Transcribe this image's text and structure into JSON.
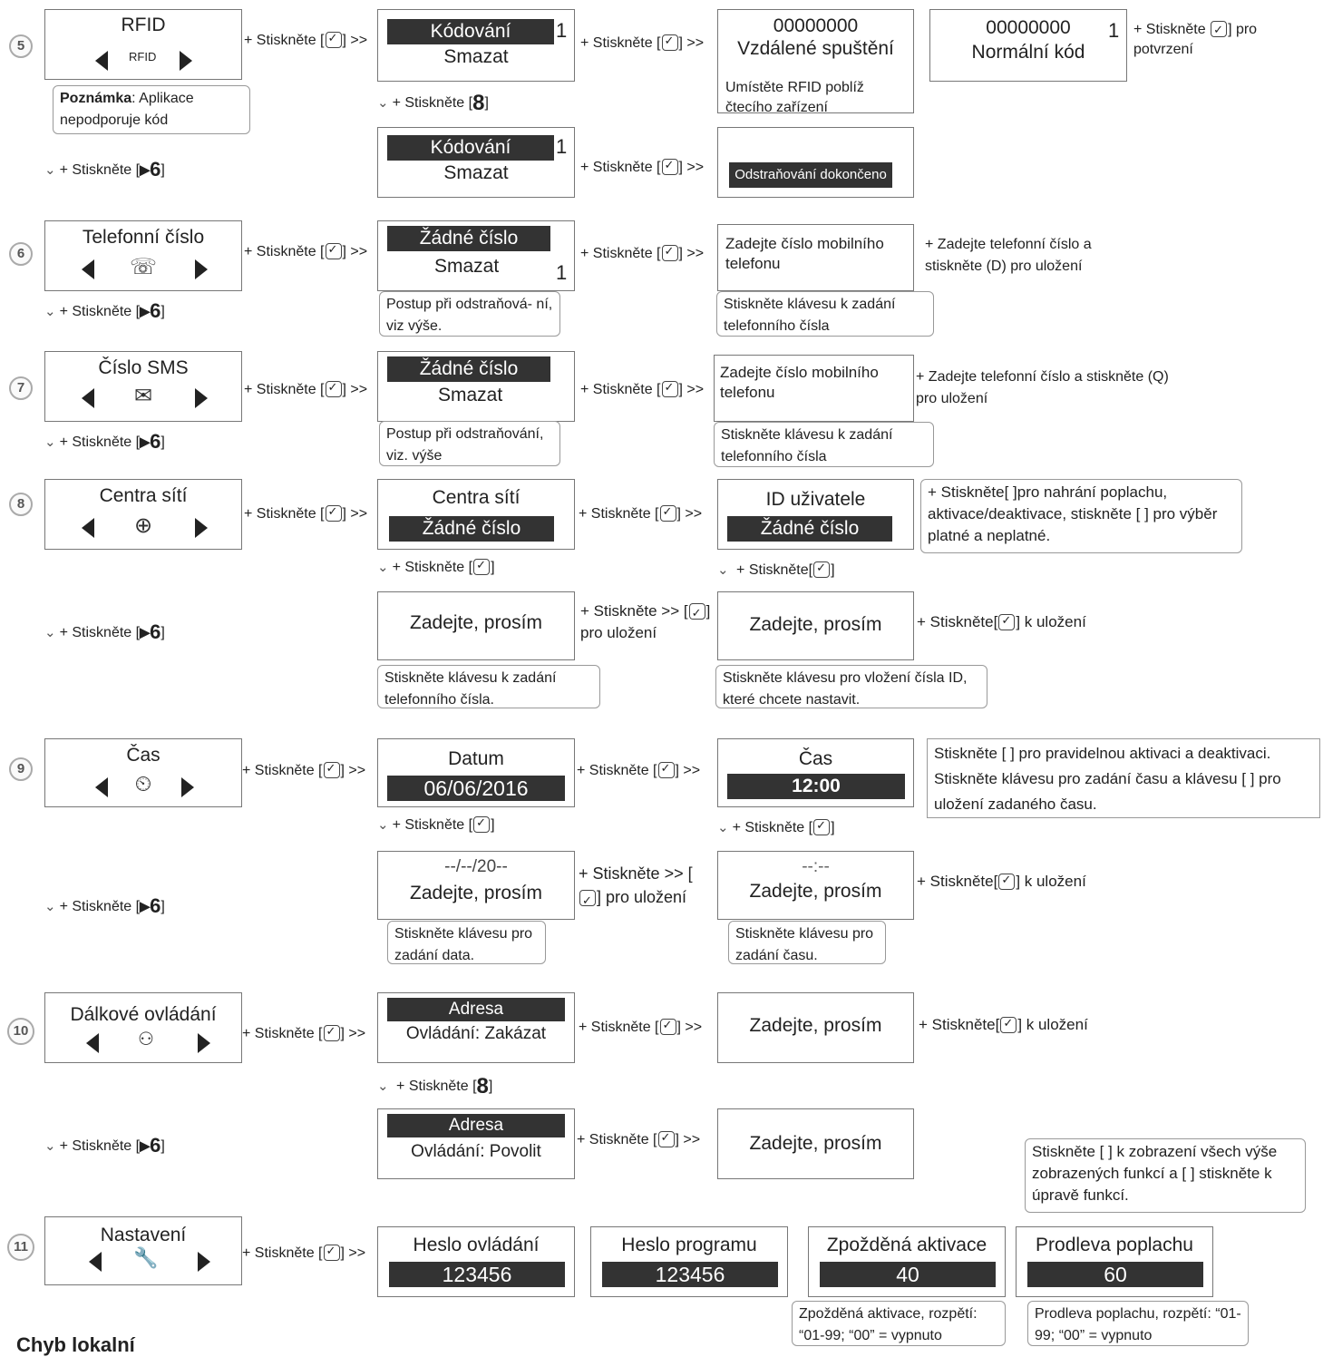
{
  "s5": {
    "num": "5",
    "menu_title": "RFID",
    "menu_icon_text": "RFID",
    "press_sos": "+ Stiskněte",
    "chev": "»",
    "note_bold": "Poznámka",
    "note_rest": ": Aplikace nepodporuje kód",
    "box2_top": "Kódování",
    "box2_num": "1",
    "box2_bottom": "Smazat",
    "box3_code": "00000000",
    "box3_line": "Vzdálené spuštění",
    "box3_hint": "Umístěte RFID poblíž čtecího zařízení",
    "box4_code": "00000000",
    "box4_num": "1",
    "box4_line": "Normální kód",
    "confirm_a": "+ Stiskněte",
    "confirm_b": "] pro potvrzení",
    "down8": "+ Stiskněte [",
    "down8_end": "]",
    "down6": "+ Stiskněte [",
    "down6_end": "]",
    "box5_top": "Kódování",
    "box5_num": "1",
    "box5_bottom": "Smazat",
    "box6_text": "Odstraňování dokončeno"
  },
  "s6": {
    "num": "6",
    "menu_title": "Telefonní číslo",
    "box2_top": "Žádné číslo",
    "box2_bottom": "Smazat",
    "box2_num": "1",
    "box2_note": "Postup při odstraňová- ní, viz výše.",
    "box3_text": "Zadejte číslo mobilního telefonu",
    "box3_note": "Stiskněte klávesu k zadání telefonního čísla",
    "tip": "+ Zadejte telefonní číslo a stiskněte (D) pro uložení",
    "down6": "+ Stiskněte ["
  },
  "s7": {
    "num": "7",
    "menu_title": "Číslo SMS",
    "box2_top": "Žádné číslo",
    "box2_bottom": "Smazat",
    "box2_note": "Postup při odstraňování, viz. výše",
    "box3_text": "Zadejte číslo mobilního telefonu",
    "box3_note": "Stiskněte klávesu k zadání telefonního čísla",
    "tip": "+ Zadejte telefonní číslo a stiskněte (Q) pro uložení",
    "down6": "+ Stiskněte ["
  },
  "s8": {
    "num": "8",
    "menu_title": "Centra sítí",
    "box2_top": "Centra sítí",
    "box2_bottom": "Žádné číslo",
    "box3_top": "ID uživatele",
    "box3_bottom": "Žádné číslo",
    "tip": "+ Stiskněte[ ]pro nahrání poplachu, aktivace/deaktivace, stiskněte [ ] pro výběr platné a neplatné.",
    "down_sos": "+ Stiskněte [",
    "down_sos2": "+ Stiskněte[",
    "down6": "+ Stiskněte [",
    "enter": "Zadejte, prosím",
    "press_save_a": "+ Stiskněte",
    "press_save_b": "] pro uložení",
    "enter2": "Zadejte, prosím",
    "save2": "+ Stiskněte[",
    "save2_b": "] k uložení",
    "note1": "Stiskněte klávesu k zadání telefonního čísla.",
    "note2": "Stiskněte klávesu pro vložení čísla ID, které chcete nastavit."
  },
  "s9": {
    "num": "9",
    "menu_title": "Čas",
    "box2_top": "Datum",
    "box2_bottom": "06/06/2016",
    "box3_top": "Čas",
    "box3_bottom": "12:00",
    "tip": "Stiskněte [ ] pro pravidelnou aktivaci a deaktivaci. Stiskněte klávesu pro zadání času a klávesu [ ] pro uložení zadaného času.",
    "date_mask": "--/--/20--",
    "enter": "Zadejte, prosím",
    "time_mask": "--:--",
    "enter2": "Zadejte, prosím",
    "note1": "Stiskněte klávesu pro zadání data.",
    "note2": "Stiskněte klávesu pro zadání času.",
    "save": "+ Stiskněte[",
    "save_b": "] k uložení"
  },
  "s10": {
    "num": "10",
    "menu_title": "Dálkové ovládání",
    "box2_top": "Adresa",
    "box2_bottom": "Ovládání: Zakázat",
    "box3": "Zadejte, prosím",
    "save": "+ Stiskněte[",
    "save_b": "] k uložení",
    "box5_top": "Adresa",
    "box5_bottom": "Ovládání: Povolit",
    "box6": "Zadejte, prosím",
    "tip": "Stiskněte [ ] k zobrazení všech výše zobrazených funkcí a [ ] stiskněte k úpravě funkcí."
  },
  "s11": {
    "num": "11",
    "menu_title": "Nastavení",
    "b1_top": "Heslo ovládání",
    "b1_val": "123456",
    "b2_top": "Heslo programu",
    "b2_val": "123456",
    "b3_top": "Zpožděná aktivace",
    "b3_val": "40",
    "b4_top": "Prodleva poplachu",
    "b4_val": "60",
    "note3": "Zpožděná aktivace, rozpětí: “01-99; “00” = vypnuto",
    "note4": "Prodleva poplachu, rozpětí: “01-99; “00” = vypnuto"
  },
  "footer_heading": "Chyb lokalní"
}
